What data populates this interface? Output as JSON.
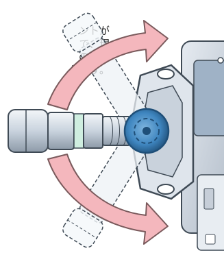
{
  "caption": {
    "lines": [
      "ントが",
      "で、現",
      "の取り",
      "ります。"
    ]
  },
  "colors": {
    "arrow": "#f4b7bd",
    "arrow_stroke": "#7a5a5c",
    "pump_body": "#c9d2dc",
    "pump_window": "#9fb2c6",
    "pump_outline": "#3f4a55",
    "nozzle_tube": "#d4dbe5",
    "rotor": "#3f86c0",
    "rotor_dark": "#1f4f78",
    "background": "#ffffff"
  },
  "icons": {
    "arrow_up": "rotate-up-arrow",
    "arrow_down": "rotate-down-arrow",
    "rotor": "pump-rotor-icon"
  }
}
